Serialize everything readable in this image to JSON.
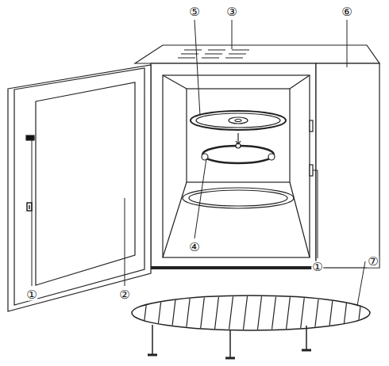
{
  "diagram": {
    "labels": [
      "⑤",
      "③",
      "⑥",
      "①",
      "②",
      "④",
      "①",
      "⑦"
    ]
  }
}
